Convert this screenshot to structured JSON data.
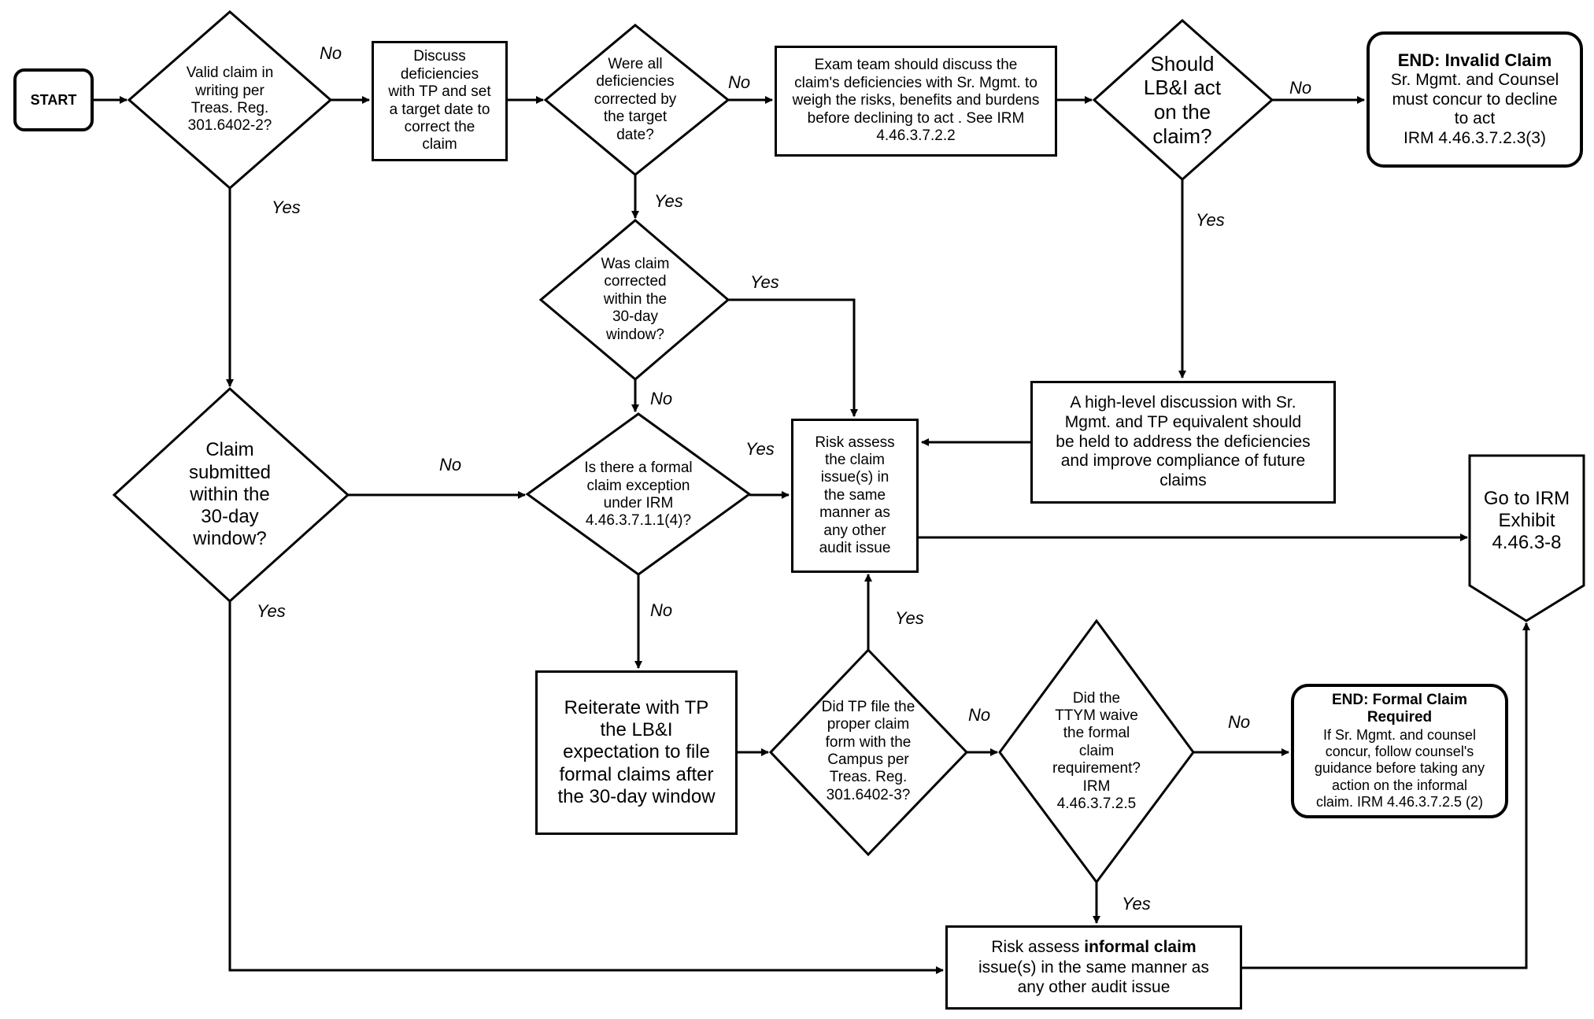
{
  "nodes": {
    "start": "START",
    "valid_claim": "Valid claim in\nwriting per\nTreas. Reg.\n301.6402-2?",
    "discuss_deficiencies": "Discuss\ndeficiencies\nwith TP and set\na target date to\ncorrect the\nclaim",
    "corrected_by_target": "Were all\ndeficiencies\ncorrected by\nthe target\ndate?",
    "exam_team": "Exam team should discuss the\nclaim's deficiencies with Sr. Mgmt. to\nweigh the risks, benefits and burdens\nbefore declining to act .  See IRM\n4.46.3.7.2.2",
    "should_lbi_act": "Should\nLB&I act\non the\nclaim?",
    "end_invalid_title": "END: Invalid Claim",
    "end_invalid_body": "Sr. Mgmt. and Counsel\nmust concur to decline\nto act\nIRM 4.46.3.7.2.3(3)",
    "corrected_30day": "Was claim\ncorrected\nwithin the\n30-day\nwindow?",
    "high_level_discussion": "A high-level discussion with Sr.\nMgmt. and TP equivalent should\nbe held to address the deficiencies\nand improve compliance of future\nclaims",
    "submitted_30day": "Claim\nsubmitted\nwithin the\n30-day\nwindow?",
    "formal_exception": "Is there a formal\nclaim exception\nunder IRM\n4.46.3.7.1.1(4)?",
    "risk_assess": "Risk assess\nthe claim\nissue(s) in\nthe same\nmanner as\nany other\naudit issue",
    "go_to_irm": "Go to IRM\nExhibit\n4.46.3-8",
    "reiterate": "Reiterate with TP\nthe LB&I\nexpectation to file\nformal claims after\nthe 30-day window",
    "proper_form": "Did TP file the\nproper claim\nform with the\nCampus per\nTreas. Reg.\n301.6402-3?",
    "ttym_waive": "Did the\nTTYM  waive\nthe formal\nclaim\nrequirement?\nIRM\n4.46.3.7.2.5",
    "end_formal_title": "END: Formal Claim\nRequired",
    "end_formal_body": "If Sr. Mgmt. and counsel\nconcur, follow counsel's\nguidance before taking any\naction on the informal\nclaim. IRM 4.46.3.7.2.5 (2)",
    "informal_pre": "Risk assess ",
    "informal_bold": "informal claim",
    "informal_post": "issue(s) in the same manner as\nany other audit issue"
  },
  "labels": {
    "yes": "Yes",
    "no": "No"
  }
}
